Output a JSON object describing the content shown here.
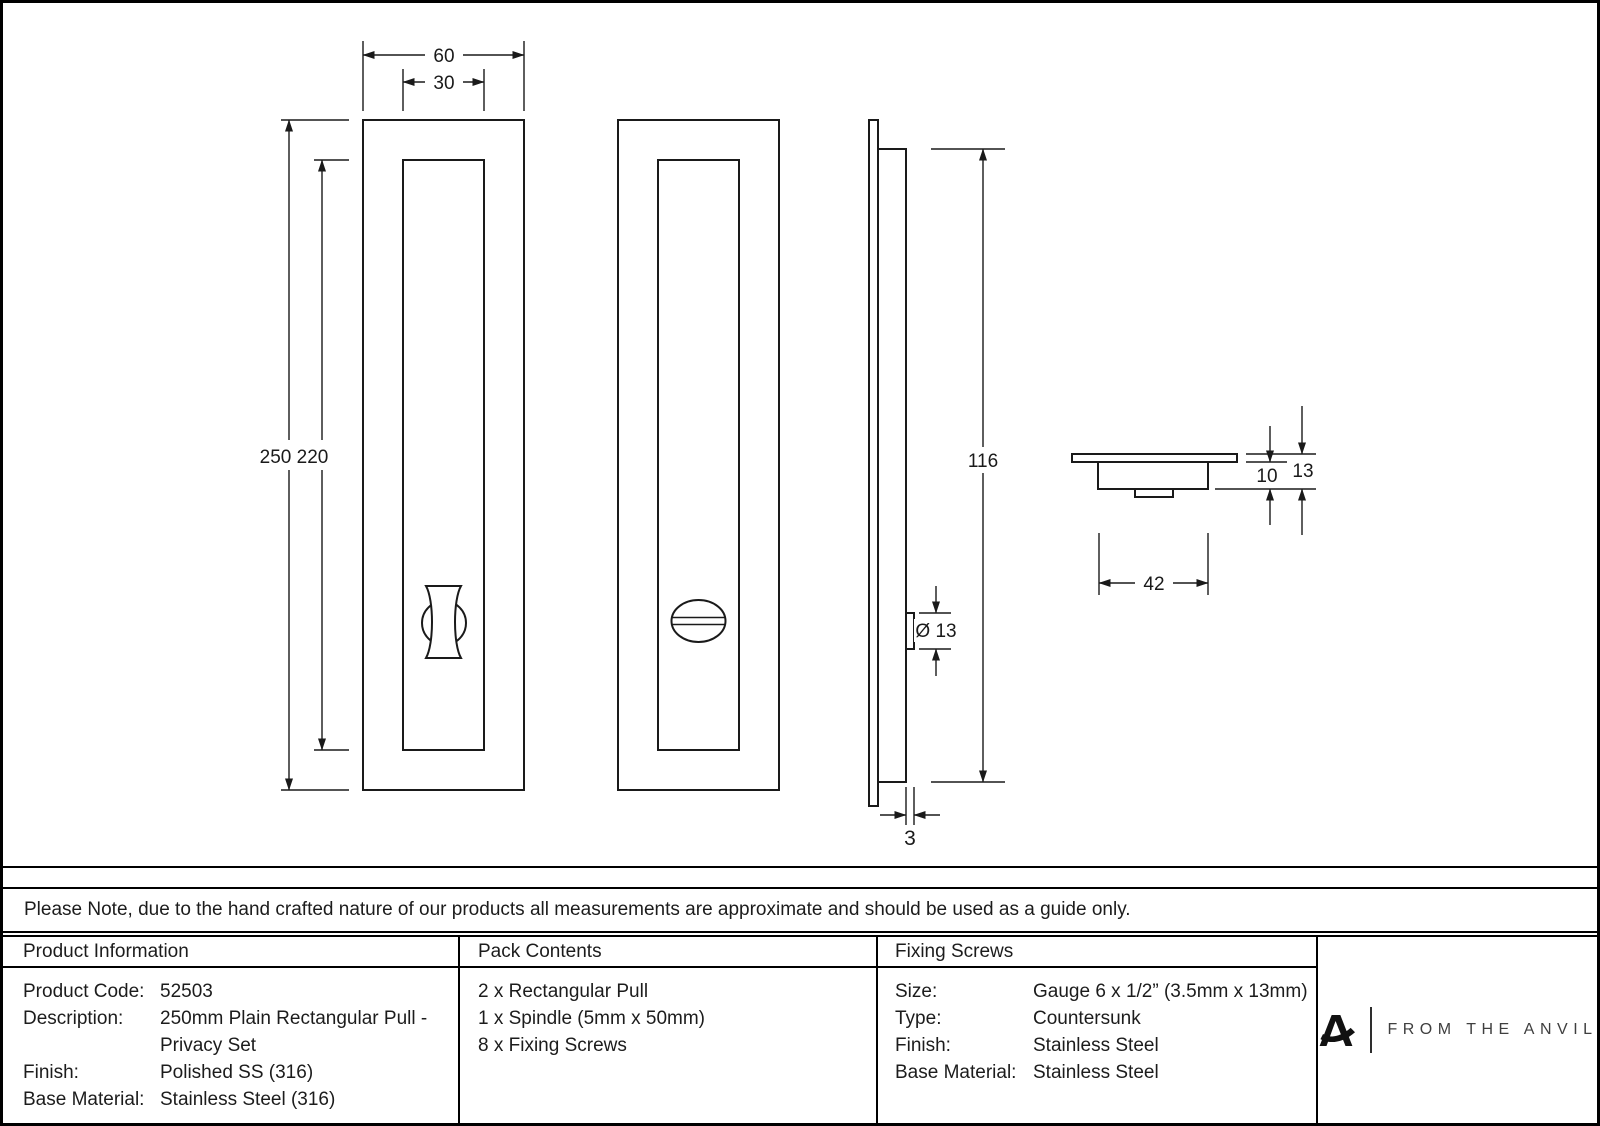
{
  "note": "Please Note, due to the hand crafted nature of our products all measurements are approximate and should be used as a guide only.",
  "drawing": {
    "dimensions": {
      "outer_width": "60",
      "inner_width": "30",
      "heights": "250 220",
      "side_span": "116",
      "boss_diameter": "Ø 13",
      "plate_thickness": "3",
      "recess_depth": "10",
      "total_depth": "13",
      "body_width": "42"
    }
  },
  "table": {
    "product_information": {
      "title": "Product Information",
      "rows": [
        {
          "label": "Product Code:",
          "value": "52503"
        },
        {
          "label": "Description:",
          "value": "250mm Plain Rectangular Pull -"
        },
        {
          "label": "",
          "value": "Privacy Set"
        },
        {
          "label": "Finish:",
          "value": "Polished SS (316)"
        },
        {
          "label": "Base Material:",
          "value": "Stainless Steel (316)"
        }
      ]
    },
    "pack_contents": {
      "title": "Pack Contents",
      "items": [
        "2 x Rectangular Pull",
        "1 x Spindle (5mm x 50mm)",
        "8 x Fixing Screws"
      ]
    },
    "fixing_screws": {
      "title": "Fixing Screws",
      "rows": [
        {
          "label": "Size:",
          "value": "Gauge 6 x 1/2” (3.5mm x 13mm)"
        },
        {
          "label": "Type:",
          "value": "Countersunk"
        },
        {
          "label": "Finish:",
          "value": "Stainless Steel"
        },
        {
          "label": "Base Material:",
          "value": "Stainless Steel"
        }
      ]
    }
  },
  "logo": {
    "text": "FROM THE ANVIL"
  }
}
